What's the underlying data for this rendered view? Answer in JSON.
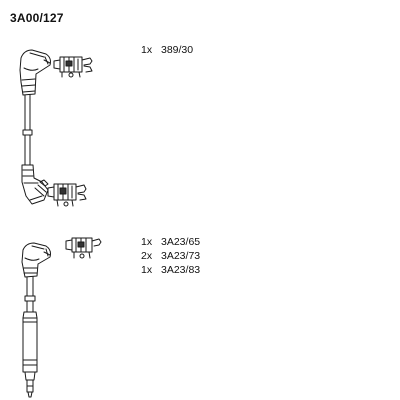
{
  "header": {
    "part_number": "3A00/127"
  },
  "groups": [
    {
      "items": [
        {
          "qty": "1x",
          "code": "389/30"
        }
      ]
    },
    {
      "items": [
        {
          "qty": "1x",
          "code": "3A23/65"
        },
        {
          "qty": "2x",
          "code": "3A23/73"
        },
        {
          "qty": "1x",
          "code": "3A23/83"
        }
      ]
    }
  ]
}
